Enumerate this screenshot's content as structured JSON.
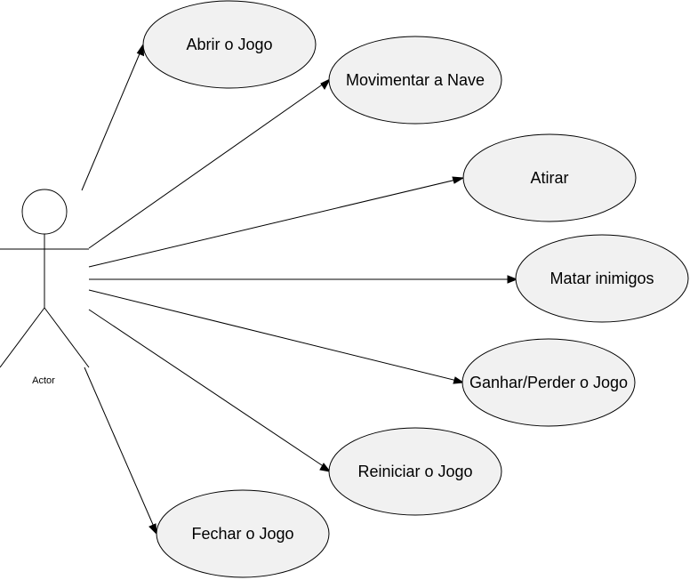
{
  "actor": {
    "label": "Actor"
  },
  "use_cases": [
    {
      "id": "abrir",
      "label": "Abrir o Jogo"
    },
    {
      "id": "movimentar",
      "label": "Movimentar a Nave"
    },
    {
      "id": "atirar",
      "label": "Atirar"
    },
    {
      "id": "matar",
      "label": "Matar inimigos"
    },
    {
      "id": "ganhar",
      "label": "Ganhar/Perder o Jogo"
    },
    {
      "id": "reiniciar",
      "label": "Reiniciar o Jogo"
    },
    {
      "id": "fechar",
      "label": "Fechar o Jogo"
    }
  ],
  "colors": {
    "ellipse_fill": "#f1f1f1",
    "stroke": "#000000",
    "background": "#ffffff"
  }
}
